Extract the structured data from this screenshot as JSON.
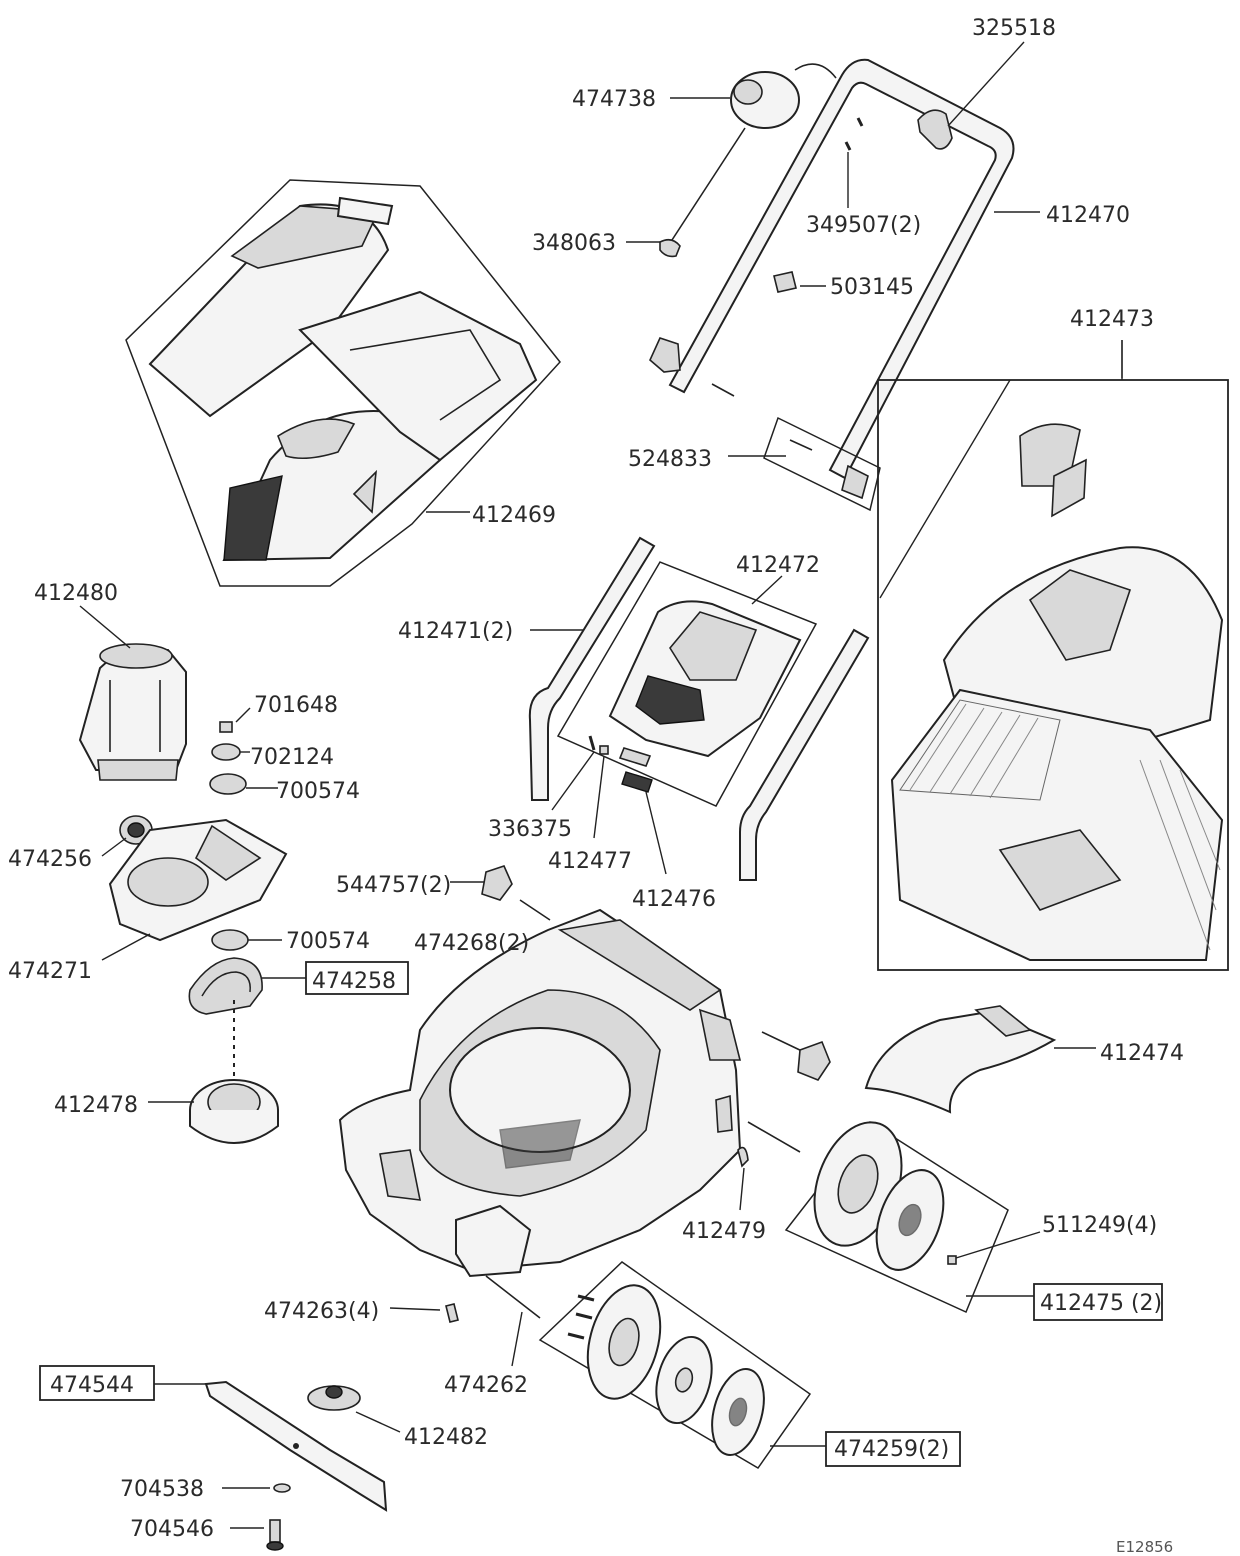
{
  "parts": {
    "p325518": "325518",
    "p474738": "474738",
    "p412470": "412470",
    "p349507": "349507(2)",
    "p348063": "348063",
    "p503145": "503145",
    "p412473": "412473",
    "p524833": "524833",
    "p412469": "412469",
    "p412472": "412472",
    "p412480": "412480",
    "p412471": "412471(2)",
    "p701648": "701648",
    "p702124": "702124",
    "p700574a": "700574",
    "p474256": "474256",
    "p336375": "336375",
    "p412477": "412477",
    "p412476": "412476",
    "p544757": "544757(2)",
    "p474268": "474268(2)",
    "p700574b": "700574",
    "p474271": "474271",
    "p474258": "474258",
    "p412474": "412474",
    "p412478": "412478",
    "p412479": "412479",
    "p511249": "511249(4)",
    "p474263": "474263(4)",
    "p412475": "412475 (2)",
    "p474544": "474544",
    "p474262": "474262",
    "p412482": "412482",
    "p474259": "474259(2)",
    "p704538": "704538",
    "p704546": "704546"
  },
  "drawing_ref": "E12856"
}
